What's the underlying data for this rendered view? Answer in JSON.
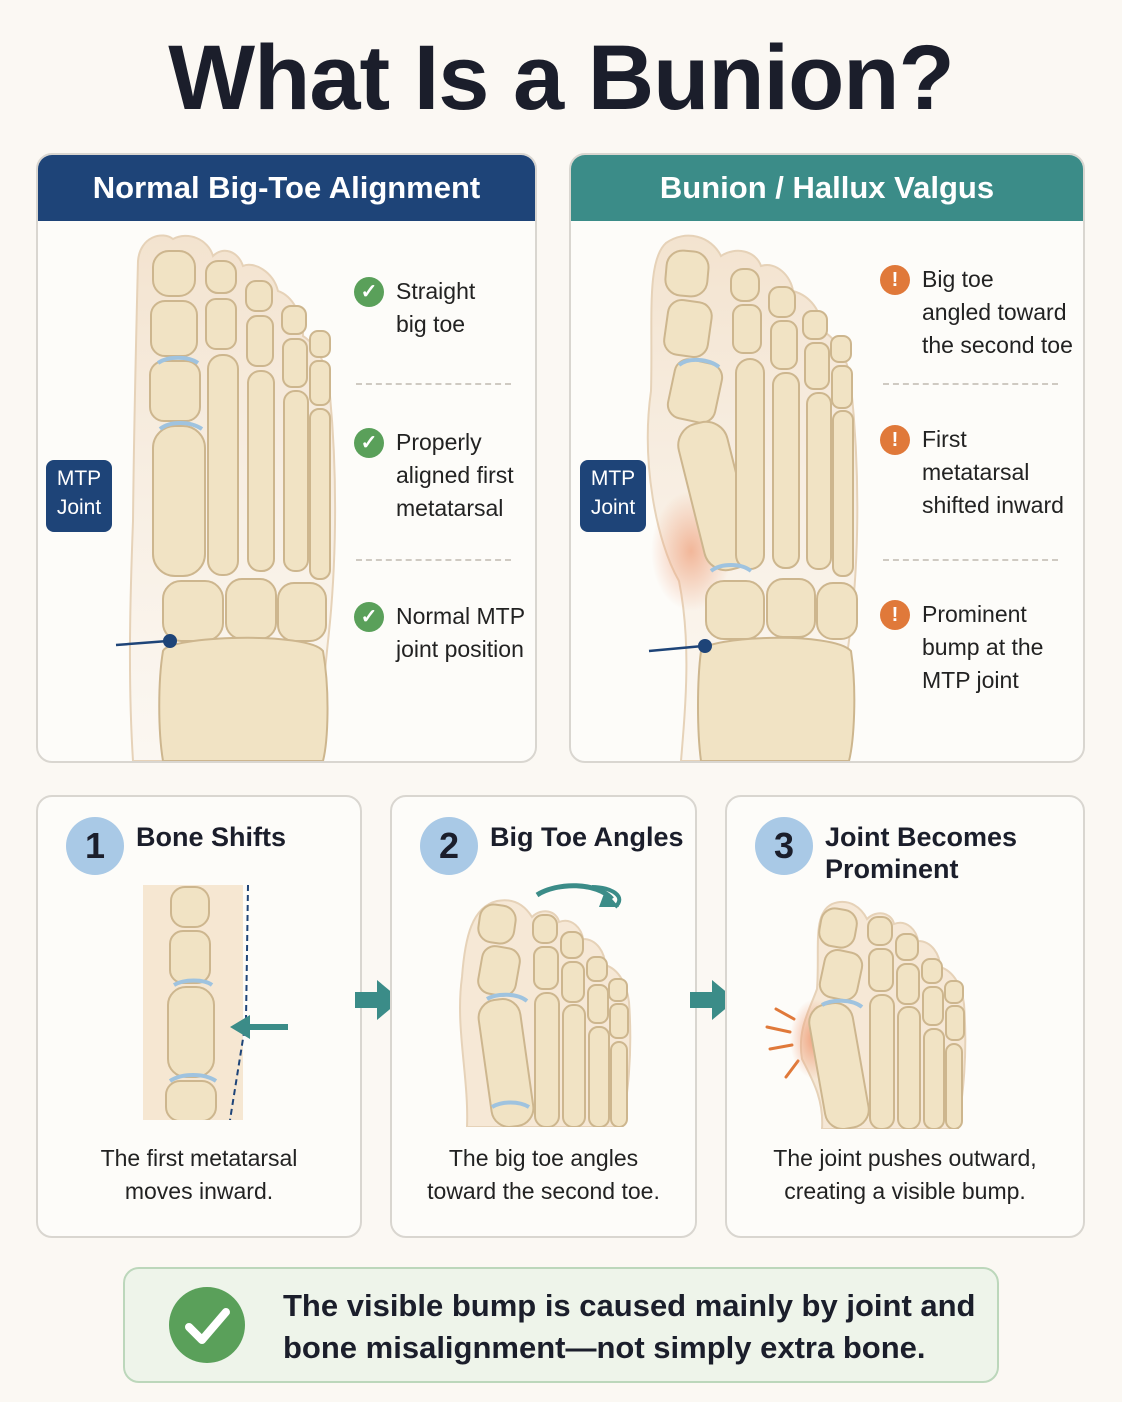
{
  "title": "What Is a Bunion?",
  "normal": {
    "heading": "Normal Big-Toe Alignment",
    "mtp_label_1": "MTP",
    "mtp_label_2": "Joint",
    "features": [
      {
        "line1": "Straight",
        "line2": "big toe",
        "line3": "",
        "icon": "check-icon"
      },
      {
        "line1": "Properly",
        "line2": "aligned first",
        "line3": "metatarsal",
        "icon": "check-icon"
      },
      {
        "line1": "Normal MTP",
        "line2": "joint position",
        "line3": "",
        "icon": "check-icon"
      }
    ]
  },
  "bunion": {
    "heading": "Bunion / Hallux Valgus",
    "mtp_label_1": "MTP",
    "mtp_label_2": "Joint",
    "features": [
      {
        "line1": "Big toe",
        "line2": "angled toward",
        "line3": "the second toe",
        "icon": "exclamation-icon"
      },
      {
        "line1": "First",
        "line2": "metatarsal",
        "line3": "shifted inward",
        "icon": "exclamation-icon"
      },
      {
        "line1": "Prominent",
        "line2": "bump at the",
        "line3": "MTP joint",
        "icon": "exclamation-icon"
      }
    ]
  },
  "steps": [
    {
      "number": "1",
      "title1": "Bone Shifts",
      "title2": "",
      "cap1": "The first metatarsal",
      "cap2": "moves inward."
    },
    {
      "number": "2",
      "title1": "Big Toe Angles",
      "title2": "",
      "cap1": "The big toe angles",
      "cap2": "toward the second toe."
    },
    {
      "number": "3",
      "title1": "Joint Becomes",
      "title2": "Prominent",
      "cap1": "The joint pushes outward,",
      "cap2": "creating a visible bump."
    }
  ],
  "conclusion": {
    "line1": "The visible bump is caused mainly by joint and",
    "line2": "bone misalignment—not simply extra bone."
  },
  "colors": {
    "navy": "#1e4478",
    "teal": "#3b8c88",
    "check_green": "#5aa05a",
    "warn_orange": "#e0793a",
    "bone": "#f0e2c6"
  }
}
